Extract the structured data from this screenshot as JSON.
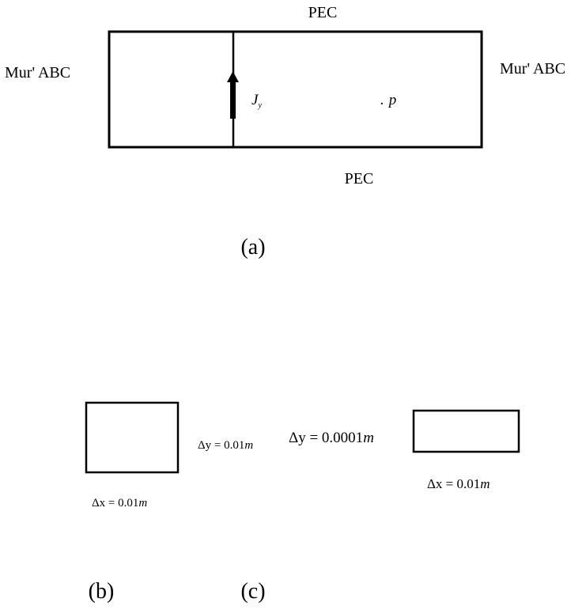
{
  "figure_a": {
    "top_boundary": "PEC",
    "bottom_boundary": "PEC",
    "left_boundary": "Mur' ABC",
    "right_boundary": "Mur' ABC",
    "source_symbol": "J",
    "source_subscript": "y",
    "probe_dot": ".",
    "probe_symbol": "p",
    "caption": "(a)"
  },
  "figure_b": {
    "dy_prefix": "Δy = 0.01",
    "dy_unit": "m",
    "dx_prefix": "Δx = 0.01",
    "dx_unit": "m",
    "caption": "(b)"
  },
  "figure_c": {
    "dy_prefix": "Δy = 0.0001",
    "dy_unit": "m",
    "dx_prefix": "Δx = 0.01",
    "dx_unit": "m",
    "caption": "(c)"
  },
  "colors": {
    "stroke": "#000000",
    "background": "#ffffff"
  }
}
